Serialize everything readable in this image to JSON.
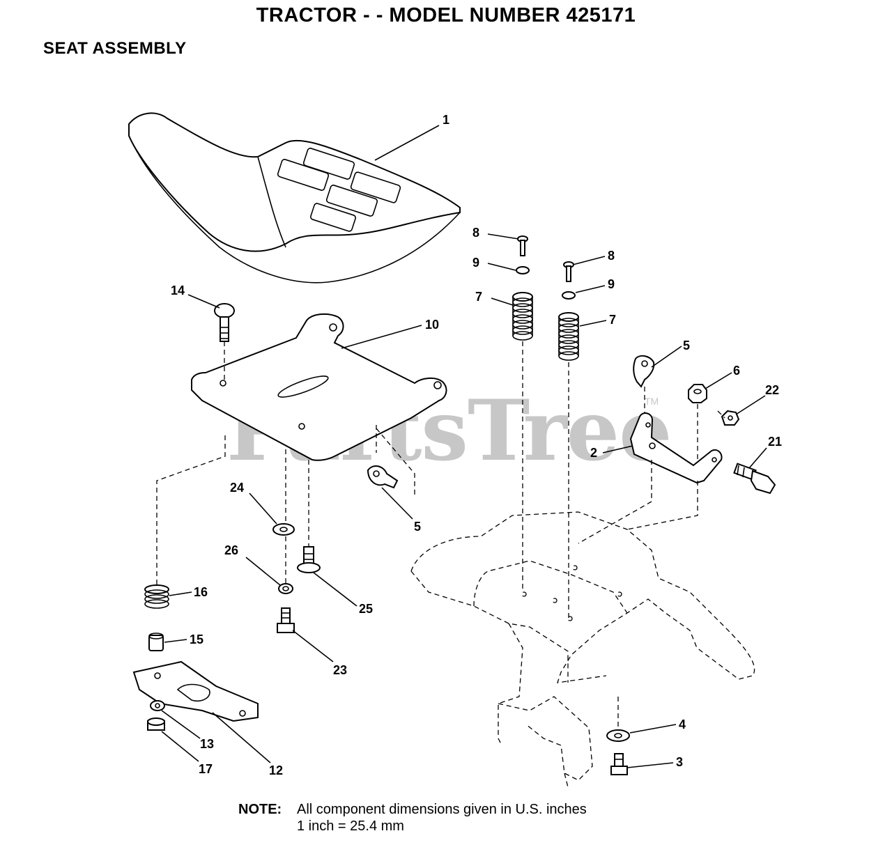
{
  "header": {
    "title": "TRACTOR - - MODEL NUMBER 425171",
    "subtitle": "SEAT ASSEMBLY"
  },
  "watermark": {
    "text": "PartsTree",
    "trademark": "TM"
  },
  "callouts": {
    "c1": "1",
    "c2": "2",
    "c3": "3",
    "c4": "4",
    "c5a": "5",
    "c5b": "5",
    "c6": "6",
    "c7a": "7",
    "c7b": "7",
    "c8a": "8",
    "c8b": "8",
    "c9a": "9",
    "c9b": "9",
    "c10": "10",
    "c12": "12",
    "c13": "13",
    "c14": "14",
    "c15": "15",
    "c16": "16",
    "c17": "17",
    "c21": "21",
    "c22": "22",
    "c23": "23",
    "c24": "24",
    "c25": "25",
    "c26": "26"
  },
  "note": {
    "label": "NOTE:",
    "line1": "All component dimensions given in U.S. inches",
    "line2": "1 inch = 25.4 mm"
  },
  "colors": {
    "ink": "#000000",
    "watermark": "#c7c7c7",
    "background": "#ffffff"
  }
}
